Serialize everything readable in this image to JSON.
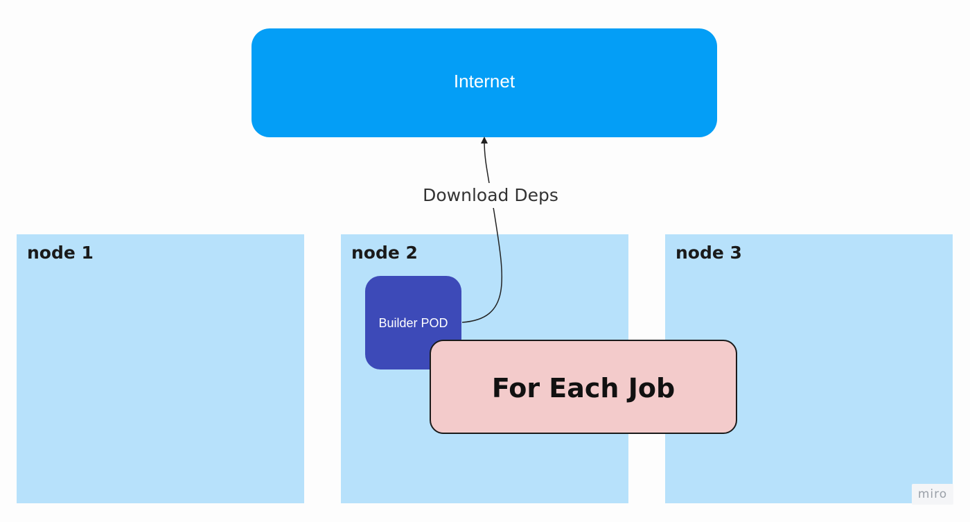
{
  "nodes": {
    "internet": {
      "label": "Internet"
    },
    "node1": {
      "label": "node 1"
    },
    "node2": {
      "label": "node 2"
    },
    "node3": {
      "label": "node 3"
    },
    "builder_pod": {
      "label": "Builder POD"
    },
    "for_each_job": {
      "label": "For Each Job"
    }
  },
  "edges": {
    "download": {
      "label": "Download Deps",
      "from": "builder_pod",
      "to": "internet"
    }
  },
  "watermark": {
    "text": "miro"
  },
  "colors": {
    "internet": "#049ef6",
    "node_bg": "#b7e1fb",
    "builder_pod": "#3d4ab8",
    "for_each_job": "#f3cbcb"
  }
}
